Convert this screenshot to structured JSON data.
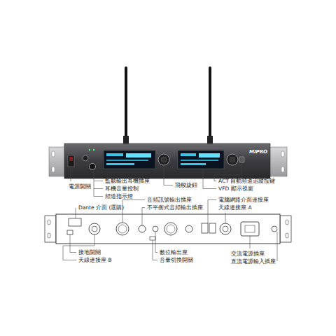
{
  "diagram": {
    "labels": [
      "電源開關",
      "監聽輸出耳機插座",
      "耳機音量控制",
      "頻道指示燈",
      "飛梭旋鈕",
      "ACT 自動頻道追蹤按鍵",
      "VFD 顯示視窗",
      "Dante 介面 (選購)",
      "音頻訊號輸出插座",
      "不平衡式音頻輸出插座",
      "電腦網路介面連接座",
      "天線連接座 A",
      "接地開關",
      "天線連接座 B",
      "數位輸出座",
      "音量切換開關",
      "交流電源插座",
      "直流電源輸入插座",
      "MIPRO"
    ]
  }
}
